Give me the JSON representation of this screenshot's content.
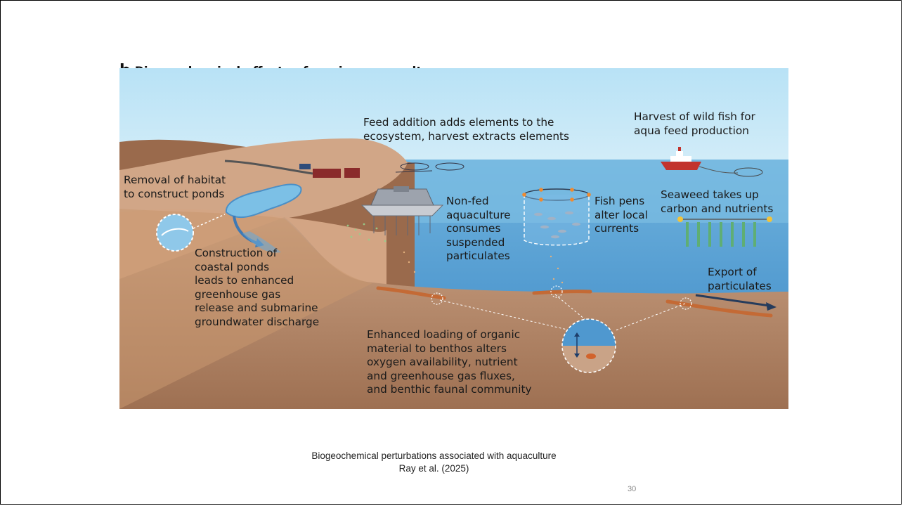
{
  "figure": {
    "panel_letter": "b",
    "title": "Biogeochemical effects of marine aquaculture",
    "labels": {
      "feed": "Feed addition adds elements to the\necosystem, harvest extracts elements",
      "wild_fish": "Harvest of wild fish for\naqua feed production",
      "habitat": "Removal of habitat\nto construct ponds",
      "nonfed": "Non-fed\naquaculture\nconsumes\nsuspended\nparticulates",
      "pens": "Fish pens\nalter local\ncurrents",
      "seaweed": "Seaweed takes up\ncarbon and nutrients",
      "ponds": "Construction of\ncoastal ponds\nleads to enhanced\ngreenhouse gas\nrelease and submarine\ngroundwater discharge",
      "export": "Export of\nparticulates",
      "benthos": "Enhanced loading of organic\nmaterial to benthos alters\noxygen availability, nutrient\nand greenhouse gas fluxes,\nand benthic faunal community"
    },
    "colors": {
      "sky": "#bfe3f5",
      "sea": "#5fa9d8",
      "deep_sea": "#3f8fcb",
      "land": "#c79b7a",
      "dark_land": "#9c6f52",
      "sediment": "#c46a35"
    }
  },
  "caption": {
    "line1": "Biogeochemical perturbations associated with aquaculture",
    "line2": "Ray et al. (2025)"
  },
  "page_number": "30"
}
